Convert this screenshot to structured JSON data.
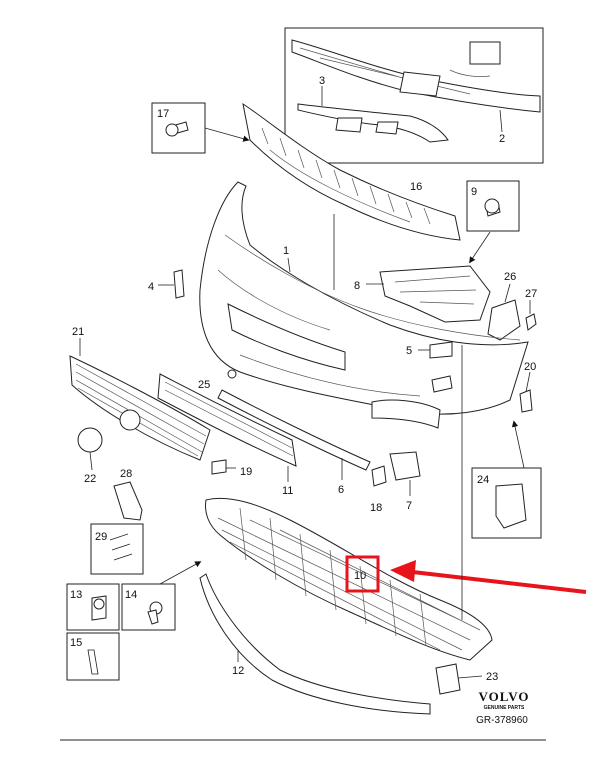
{
  "callouts": {
    "p1": "1",
    "p2": "2",
    "p3": "3",
    "p4": "4",
    "p5": "5",
    "p6": "6",
    "p7": "7",
    "p8": "8",
    "p9": "9",
    "p10": "10",
    "p11": "11",
    "p12": "12",
    "p13": "13",
    "p14": "14",
    "p15": "15",
    "p16": "16",
    "p17": "17",
    "p18": "18",
    "p19": "19",
    "p20": "20",
    "p21": "21",
    "p22": "22",
    "p23": "23",
    "p24": "24",
    "p25": "25",
    "p26": "26",
    "p27": "27",
    "p28": "28",
    "p29": "29"
  },
  "brand": {
    "name": "VOLVO",
    "tagline": "GENUINE PARTS"
  },
  "reference": "GR-378960",
  "highlight": {
    "part": "10",
    "color": "#e8141c"
  },
  "colors": {
    "line": "#222222",
    "arrow_red": "#e8141c"
  }
}
